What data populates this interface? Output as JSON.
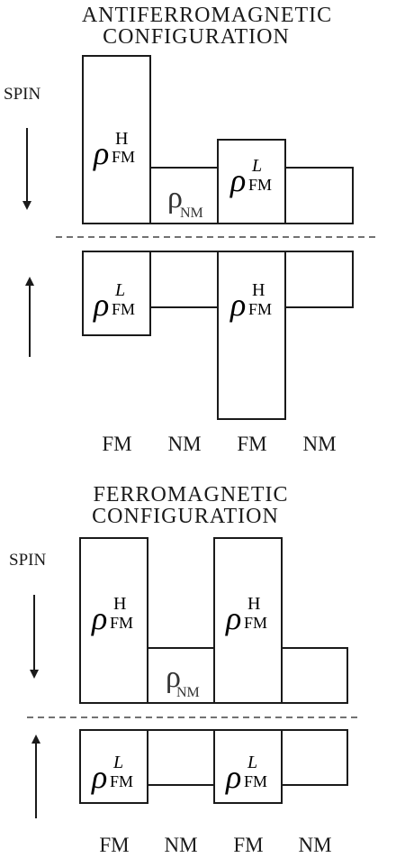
{
  "panels": [
    {
      "title_line1": "ANTIFERROMAGNETIC",
      "title_line2": "CONFIGURATION",
      "spin_label": "SPIN",
      "layers": [
        "FM",
        "NM",
        "FM",
        "NM"
      ],
      "labels": {
        "rho": "ρ",
        "fm_sub": "FM",
        "nm_sub": "NM",
        "high": "H",
        "low": "L"
      }
    },
    {
      "title_line1": "FERROMAGNETIC",
      "title_line2": "CONFIGURATION",
      "spin_label": "SPIN",
      "layers": [
        "FM",
        "NM",
        "FM",
        "NM"
      ],
      "labels": {
        "rho": "ρ",
        "fm_sub": "FM",
        "nm_sub": "NM",
        "high": "H",
        "low": "L"
      }
    }
  ]
}
